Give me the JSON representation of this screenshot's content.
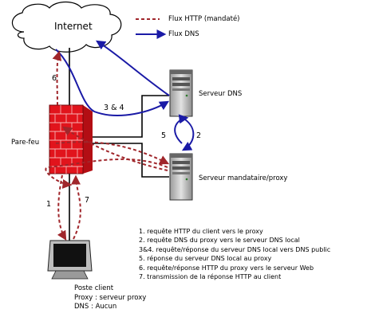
{
  "labels": {
    "internet": "Internet",
    "firewall": "Pare-feu",
    "dns_server": "Serveur DNS",
    "proxy_server": "Serveur mandataire/proxy",
    "client_title": "Poste client",
    "client_proxy": "Proxy : serveur proxy",
    "client_dns": "DNS : Aucun"
  },
  "legend": {
    "http": "Flux HTTP (mandaté)",
    "dns": "Flux DNS"
  },
  "edge_labels": {
    "six": "6",
    "three_four": "3 & 4",
    "five": "5",
    "two": "2",
    "one": "1",
    "seven": "7"
  },
  "steps": [
    "1. requête HTTP du client vers le proxy",
    "2. requête DNS du proxy vers le serveur DNS local",
    "3&4. requête/réponse du serveur DNS local vers DNS public",
    "5. réponse du serveur DNS local au proxy",
    "6. requête/réponse HTTP du proxy vers le serveur Web",
    "7. transmission de la réponse HTTP au client"
  ],
  "colors": {
    "http_flow": "#a0262b",
    "dns_flow": "#1a1aa6",
    "firewall": "#e1141c",
    "server_body": "#c8c8c8"
  }
}
